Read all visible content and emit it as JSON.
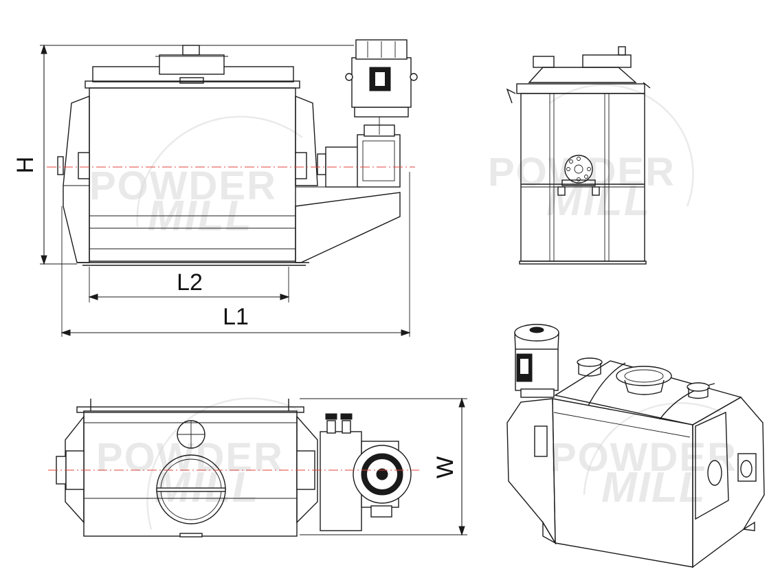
{
  "dimensions": {
    "height_label": "H",
    "length_total_label": "L1",
    "length_body_label": "L2",
    "width_label": "W"
  },
  "watermark": {
    "line1": "POWDER",
    "line2": "MILL"
  },
  "colors": {
    "line": "#1a1a1a",
    "centerline": "#e0413a",
    "watermark": "#d8d8d8",
    "background": "#ffffff"
  }
}
